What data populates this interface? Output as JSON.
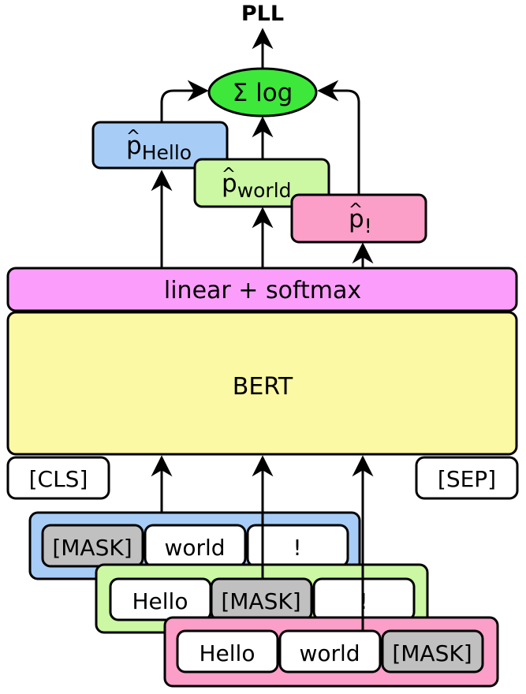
{
  "output_label": "PLL",
  "sum_label": "Σ log",
  "prob_symbol": "p",
  "probs": [
    {
      "sub": "Hello",
      "color": "#a7cdf6"
    },
    {
      "sub": "world",
      "color": "#ccf7a3"
    },
    {
      "sub": "!",
      "color": "#fb9ec8"
    }
  ],
  "head_label": "linear + softmax",
  "model_label": "BERT",
  "special_tokens": {
    "cls": "[CLS]",
    "sep": "[SEP]"
  },
  "masked_inputs": [
    {
      "color": "#a7cdf6",
      "tokens": [
        {
          "text": "[MASK]",
          "masked": true
        },
        {
          "text": "world",
          "masked": false
        },
        {
          "text": "!",
          "masked": false
        }
      ]
    },
    {
      "color": "#ccf7a3",
      "tokens": [
        {
          "text": "Hello",
          "masked": false
        },
        {
          "text": "[MASK]",
          "masked": true
        },
        {
          "text": "!",
          "masked": false
        }
      ]
    },
    {
      "color": "#fb9ec8",
      "tokens": [
        {
          "text": "Hello",
          "masked": false
        },
        {
          "text": "world",
          "masked": false
        },
        {
          "text": "[MASK]",
          "masked": true
        }
      ]
    }
  ],
  "colors": {
    "head": "#fb9efb",
    "model": "#fbf9a3",
    "sum": "#3de83b",
    "mask": "#c0c0c0",
    "token": "#ffffff"
  }
}
